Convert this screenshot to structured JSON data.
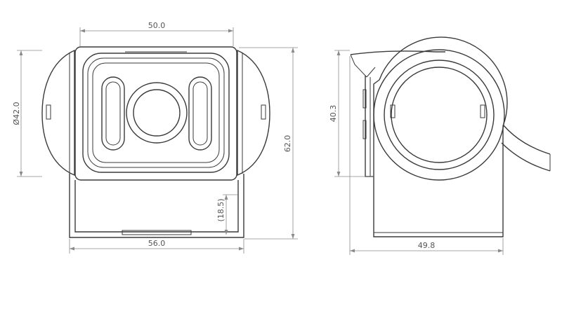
{
  "dimensions": {
    "front_width_top": "50.0",
    "front_diameter": "Ø42.0",
    "front_total_height": "62.0",
    "front_bracket_height": "(18.5)",
    "front_base_width": "56.0",
    "side_height": "40.3",
    "side_width": "49.8"
  },
  "colors": {
    "line": "#3a3a3a",
    "dimension": "#8a8a8a",
    "text": "#555555",
    "background": "#ffffff"
  }
}
